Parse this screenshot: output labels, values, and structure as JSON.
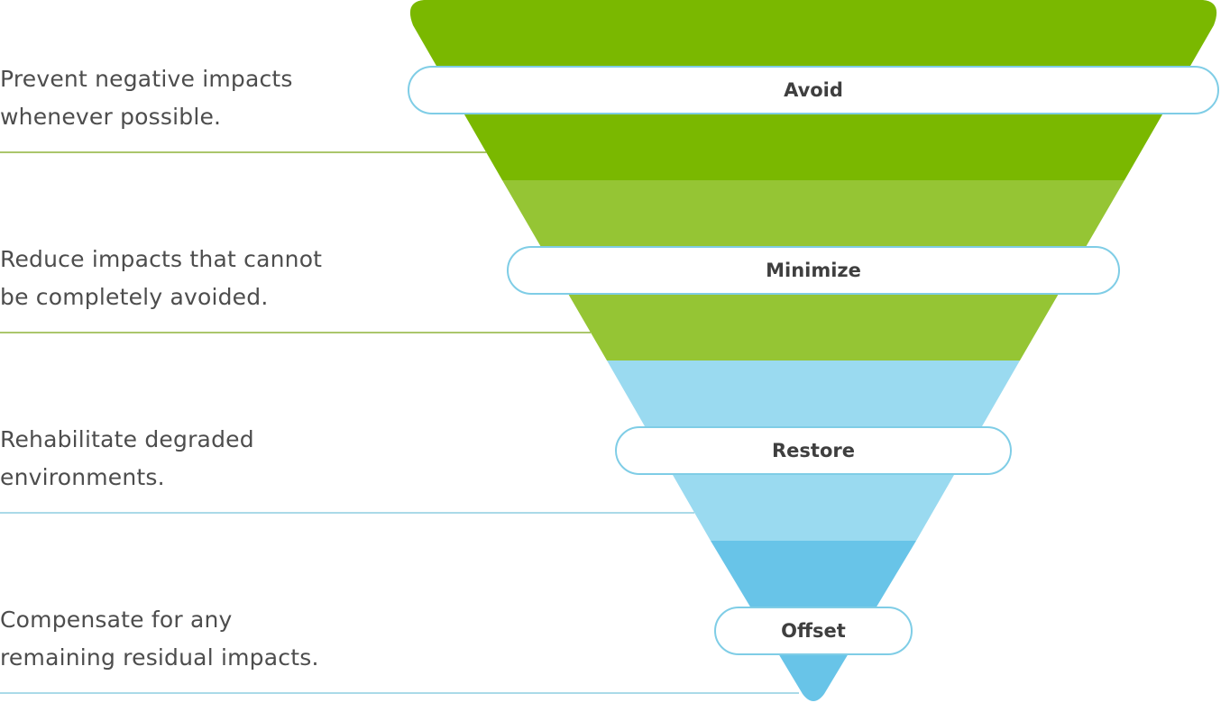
{
  "tiers": [
    {
      "label": "Avoid",
      "description": "Prevent negative impacts\nwhenever possible.",
      "color": "#7ab800",
      "line_color": "#8fb43a"
    },
    {
      "label": "Minimize",
      "description": "Reduce impacts that cannot\nbe completely avoided.",
      "color": "#95c534",
      "line_color": "#8fb43a"
    },
    {
      "label": "Restore",
      "description": "Rehabilitate degraded\nenvironments.",
      "color": "#9adaf0",
      "line_color": "#8ecde0"
    },
    {
      "label": "Offset",
      "description": "Compensate for any\nremaining residual impacts.",
      "color": "#68c4e8",
      "line_color": "#8ecde0"
    }
  ],
  "pill_border_color": "#7fcde6"
}
